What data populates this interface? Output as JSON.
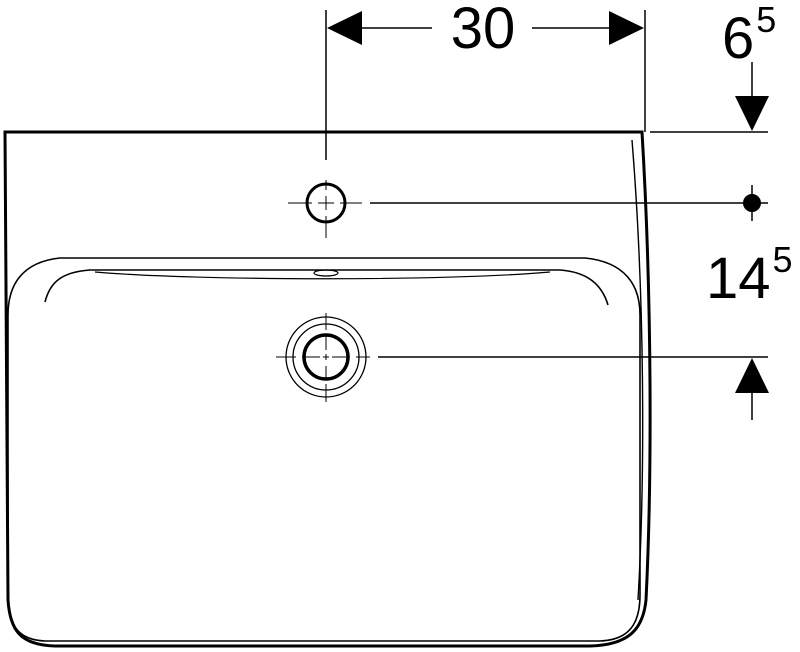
{
  "dimensions": {
    "tap_hole_spacing": "30",
    "top_offset": {
      "base": "6",
      "superscript": "5"
    },
    "vertical_offset": {
      "base": "14",
      "superscript": "5"
    }
  },
  "colors": {
    "line": "#000000",
    "background": "#ffffff"
  }
}
